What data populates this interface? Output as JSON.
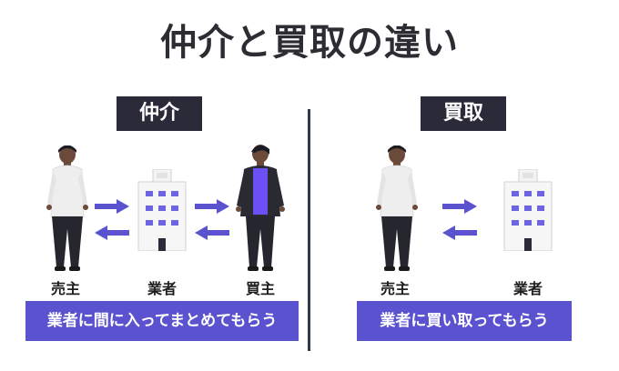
{
  "title": "仲介と買取の違い",
  "colors": {
    "dark": "#2a2a38",
    "accent": "#5b52cf",
    "skin": "#6b4a3a",
    "shirt_white": "#eeeeee",
    "shirt_purple": "#6c4ff5",
    "pants": "#26262f"
  },
  "chukai": {
    "label": "仲介",
    "seller": "売主",
    "agent": "業者",
    "buyer": "買主",
    "caption": "業者に間に入ってまとめてもらう"
  },
  "kaitori": {
    "label": "買取",
    "seller": "売主",
    "agent": "業者",
    "caption": "業者に買い取ってもらう"
  },
  "icons": [
    "person-icon",
    "building-icon",
    "arrow-right-icon",
    "arrow-left-icon"
  ]
}
